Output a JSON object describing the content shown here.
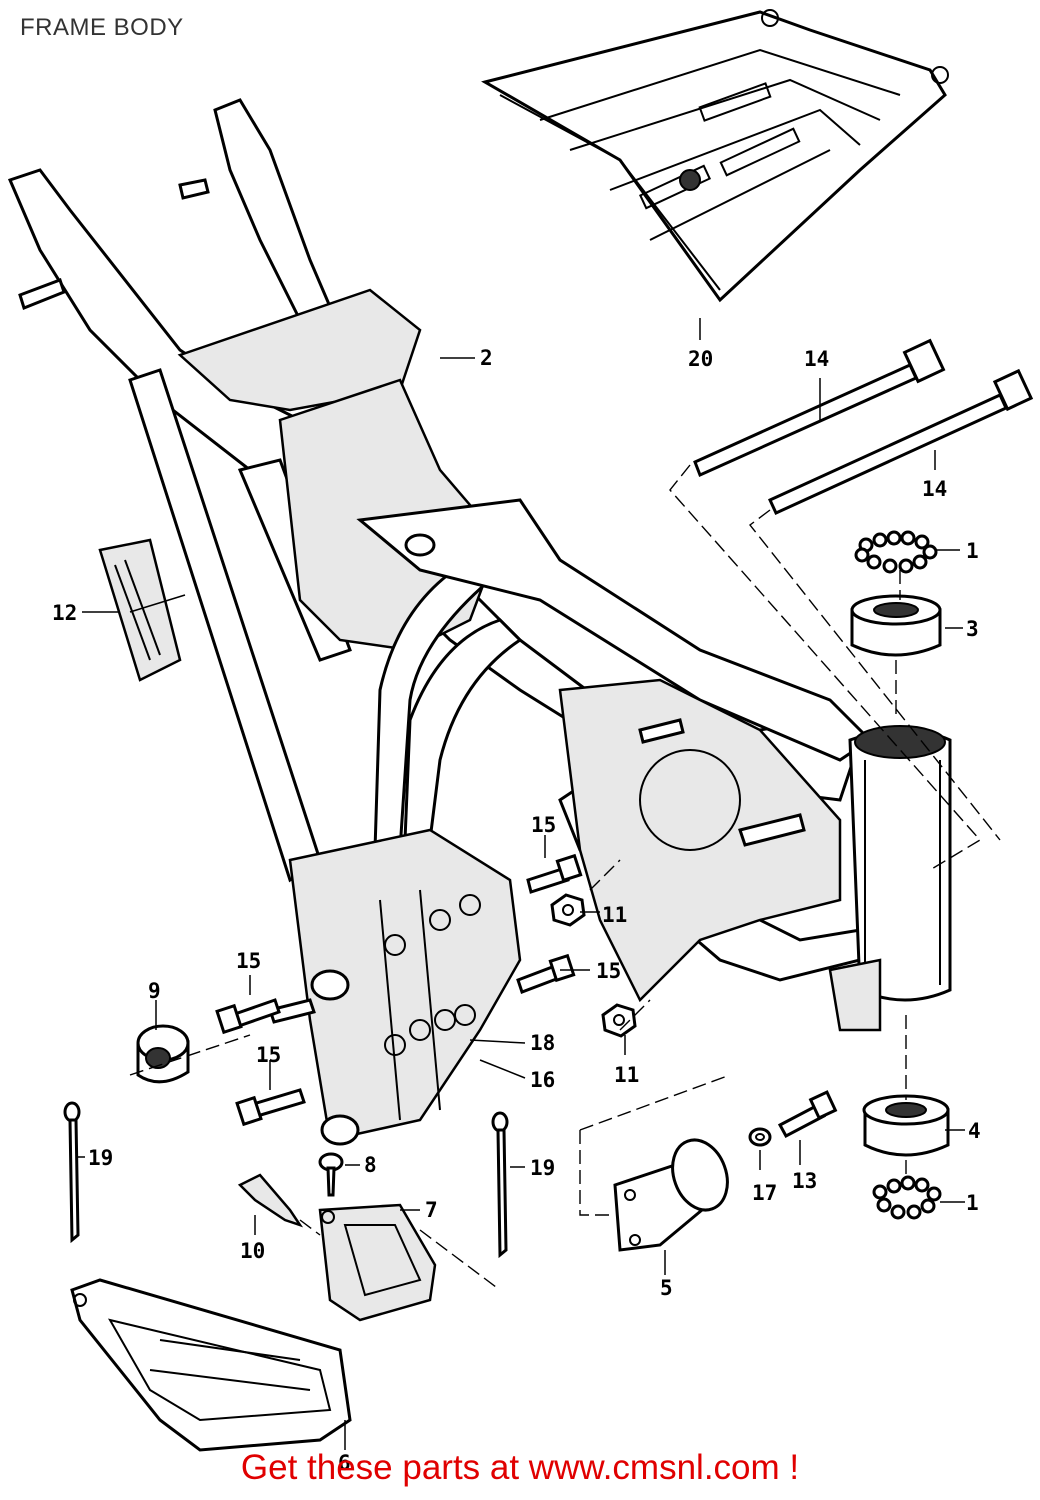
{
  "title": "FRAME BODY",
  "footer_link": "Get these parts at www.cmsnl.com !",
  "colors": {
    "footer": "#e00000",
    "lines": "#000000",
    "background": "#ffffff"
  },
  "callouts": {
    "c1a": "1",
    "c1b": "1",
    "c2": "2",
    "c3": "3",
    "c4": "4",
    "c5": "5",
    "c6": "6",
    "c7": "7",
    "c8": "8",
    "c9": "9",
    "c10": "10",
    "c11a": "11",
    "c11b": "11",
    "c12": "12",
    "c13": "13",
    "c14a": "14",
    "c14b": "14",
    "c15a": "15",
    "c15b": "15",
    "c15c": "15",
    "c15d": "15",
    "c16": "16",
    "c17": "17",
    "c18": "18",
    "c19a": "19",
    "c19b": "19",
    "c20": "20"
  }
}
